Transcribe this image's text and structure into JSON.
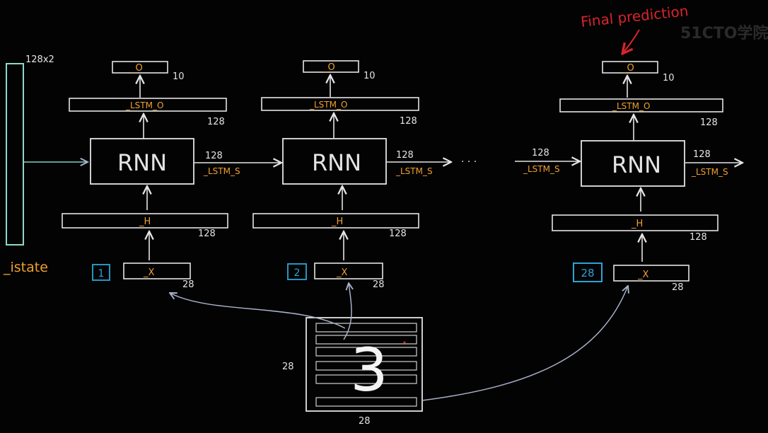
{
  "watermark": "51CTO学院",
  "annotation": {
    "final_prediction": "Final prediction"
  },
  "istate": {
    "label": "_istate",
    "size": "128x2"
  },
  "columns": [
    {
      "step": "1",
      "x_label": "_X",
      "x_size": "28",
      "h_label": "_H",
      "h_size": "128",
      "rnn_label": "RNN",
      "lstm_o_label": "_LSTM_O",
      "lstm_o_size": "128",
      "o_label": "_O",
      "o_size": "10",
      "state_label": "_LSTM_S",
      "state_size": "128"
    },
    {
      "step": "2",
      "x_label": "_X",
      "x_size": "28",
      "h_label": "_H",
      "h_size": "128",
      "rnn_label": "RNN",
      "lstm_o_label": "_LSTM_O",
      "lstm_o_size": "128",
      "o_label": "_O",
      "o_size": "10",
      "state_label": "_LSTM_S",
      "state_size": "128"
    },
    {
      "step": "28",
      "x_label": "_X",
      "x_size": "28",
      "h_label": "_H",
      "h_size": "128",
      "rnn_label": "RNN",
      "lstm_o_label": "_LSTM_O",
      "lstm_o_size": "128",
      "o_label": "_O",
      "o_size": "10",
      "state_label": "_LSTM_S",
      "state_size": "128"
    }
  ],
  "incoming_state": {
    "label": "_LSTM_S",
    "size": "128"
  },
  "ellipsis": "· · ·",
  "image": {
    "digit": "3",
    "height": "28",
    "width": "28"
  },
  "colors": {
    "orange": "#f0a030",
    "blue": "#2aa4d8",
    "red": "#d8242c",
    "line": "#e4e4e4",
    "teal": "#7fd0c0"
  }
}
